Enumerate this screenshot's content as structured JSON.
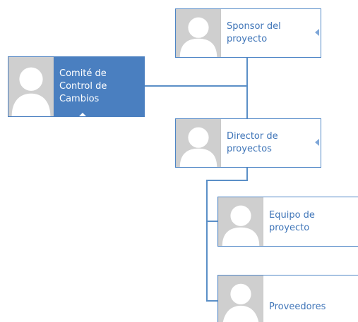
{
  "org_chart": {
    "nodes": {
      "change_control_board": {
        "label": "Comité de\nControl de\nCambios",
        "selected": true
      },
      "project_sponsor": {
        "label": "Sponsor del\nproyecto"
      },
      "project_director": {
        "label": "Director de\nproyectos"
      },
      "project_team": {
        "label": "Equipo de\nproyecto"
      },
      "suppliers": {
        "label": "Proveedores"
      }
    }
  },
  "colors": {
    "accent": "#4a7fc0",
    "text": "#3f75b8",
    "connector": "#5b8fc7",
    "avatar_bg": "#c8c8c8"
  },
  "icons": {
    "avatar": "person-placeholder-icon",
    "collapse": "collapse-arrow-icon",
    "expand": "expand-caret-icon"
  }
}
